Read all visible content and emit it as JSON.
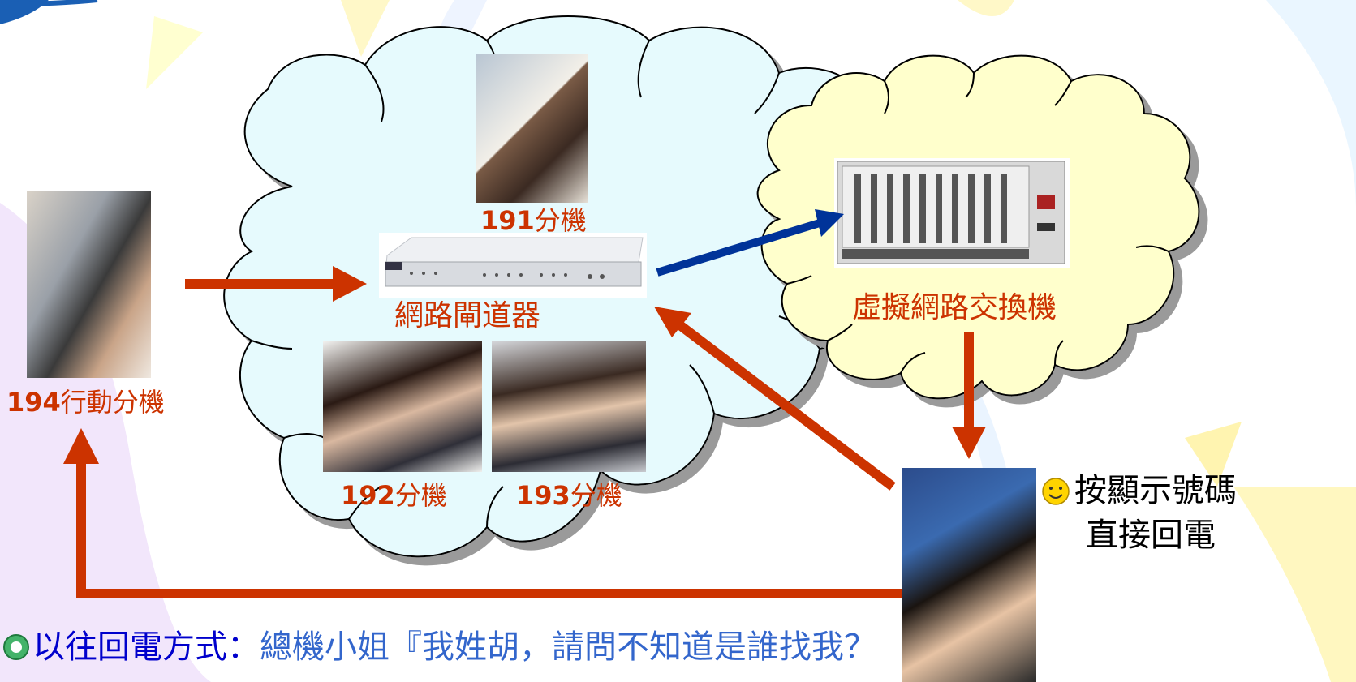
{
  "labels": {
    "ext191_num": "191",
    "ext191_text": "分機",
    "gateway": "網路閘道器",
    "ext192_num": "192",
    "ext192_text": "分機",
    "ext193_num": "193",
    "ext193_text": "分機",
    "mobile_num": "194",
    "mobile_text": "行動分機",
    "switch": "虛擬網路交換機",
    "callback_line1": "按顯示號碼",
    "callback_line2": "直接回電"
  },
  "bottom": {
    "title": "以往回電方式：",
    "text": "總機小姐『我姓胡，請問不知道是誰找我？"
  },
  "colors": {
    "accent_red": "#cc3300",
    "arrow_blue": "#003399",
    "cloud_blue": "#e6fafd",
    "cloud_yellow": "#ffffcc",
    "title_blue": "#0000cc"
  },
  "icons": [
    "smiley-icon",
    "bullet-icon"
  ]
}
